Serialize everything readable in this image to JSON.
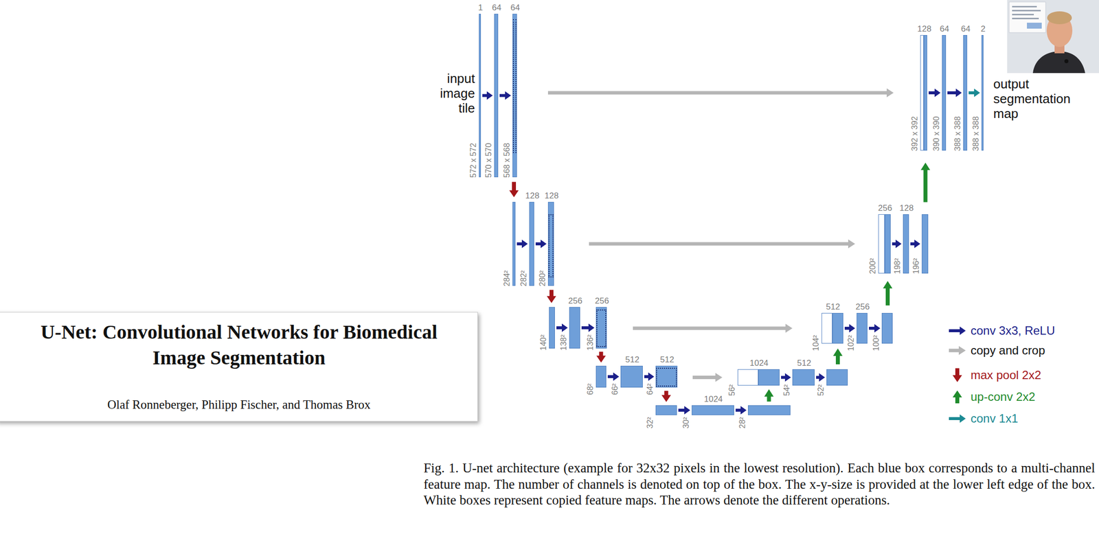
{
  "diagram": {
    "caption": "Fig. 1. U-net architecture (example for 32x32 pixels in the lowest resolution). Each blue box corresponds to a multi-channel feature map. The number of channels is denoted on top of the box. The x-y-size is provided at the lower left edge of the box. White boxes represent copied feature maps. The arrows denote the different operations.",
    "nodes": [
      {
        "text": [
          "U-Net: Convolutional Networks for Biomedical Image Segmentation",
          "Olaf Ronneberger, Philipp Fischer, and Thomas Brox"
        ]
      },
      {
        "text": [
          "1",
          "572 x 572"
        ]
      },
      {
        "text": [
          "64",
          "570 x 570"
        ]
      },
      {
        "text": [
          "64",
          "568 x 568"
        ]
      },
      {
        "text": [
          "284²"
        ]
      },
      {
        "text": [
          "128",
          "282²"
        ]
      },
      {
        "text": [
          "128",
          "280²"
        ]
      },
      {
        "text": [
          "140²"
        ]
      },
      {
        "text": [
          "256",
          "138²"
        ]
      },
      {
        "text": [
          "256",
          "136²"
        ]
      },
      {
        "text": [
          "68²"
        ]
      },
      {
        "text": [
          "512",
          "66²"
        ]
      },
      {
        "text": [
          "512",
          "64²"
        ]
      },
      {
        "text": [
          "32²"
        ]
      },
      {
        "text": [
          "1024",
          "30²"
        ]
      },
      {
        "text": [
          "28²"
        ]
      },
      {
        "text": [
          "56²"
        ]
      },
      {
        "text": [
          "1024"
        ]
      },
      {
        "text": [
          "512",
          "54²"
        ]
      },
      {
        "text": [
          "52²"
        ]
      },
      {
        "text": [
          "104²"
        ]
      },
      {
        "text": [
          "512"
        ]
      },
      {
        "text": [
          "256",
          "102²"
        ]
      },
      {
        "text": [
          "100²"
        ]
      },
      {
        "text": [
          "200²"
        ]
      },
      {
        "text": [
          "256"
        ]
      },
      {
        "text": [
          "128",
          "198²"
        ]
      },
      {
        "text": [
          "196²"
        ]
      },
      {
        "text": [
          "392 x 392"
        ]
      },
      {
        "text": [
          "128"
        ]
      },
      {
        "text": [
          "64",
          "390 x 390"
        ]
      },
      {
        "text": [
          "64",
          "388 x 388"
        ]
      },
      {
        "text": [
          "2",
          "388 x 388"
        ]
      }
    ],
    "edges": [
      {
        "from": 1,
        "to": 2,
        "arrow": "to"
      },
      {
        "from": 2,
        "to": 3,
        "arrow": "to"
      },
      {
        "from": 4,
        "to": 5,
        "arrow": "to"
      },
      {
        "from": 5,
        "to": 6,
        "arrow": "to"
      },
      {
        "from": 7,
        "to": 8,
        "arrow": "to"
      },
      {
        "from": 8,
        "to": 9,
        "arrow": "to"
      },
      {
        "from": 10,
        "to": 11,
        "arrow": "to"
      },
      {
        "from": 11,
        "to": 12,
        "arrow": "to"
      },
      {
        "from": 13,
        "to": 14,
        "arrow": "to"
      },
      {
        "from": 14,
        "to": 15,
        "arrow": "to"
      },
      {
        "from": 17,
        "to": 18,
        "arrow": "to"
      },
      {
        "from": 18,
        "to": 19,
        "arrow": "to"
      },
      {
        "from": 21,
        "to": 22,
        "arrow": "to"
      },
      {
        "from": 22,
        "to": 23,
        "arrow": "to"
      },
      {
        "from": 25,
        "to": 26,
        "arrow": "to"
      },
      {
        "from": 26,
        "to": 27,
        "arrow": "to"
      },
      {
        "from": 29,
        "to": 30,
        "arrow": "to"
      },
      {
        "from": 30,
        "to": 31,
        "arrow": "to"
      },
      {
        "from": 31,
        "to": 32,
        "arrow": "to"
      },
      {
        "from": 3,
        "to": 4,
        "arrow": "to"
      },
      {
        "from": 6,
        "to": 7,
        "arrow": "to"
      },
      {
        "from": 9,
        "to": 10,
        "arrow": "to"
      },
      {
        "from": 12,
        "to": 13,
        "arrow": "to"
      },
      {
        "from": 15,
        "to": 17,
        "arrow": "to"
      },
      {
        "from": 19,
        "to": 21,
        "arrow": "to"
      },
      {
        "from": 23,
        "to": 25,
        "arrow": "to"
      },
      {
        "from": 27,
        "to": 29,
        "arrow": "to"
      },
      {
        "from": 3,
        "to": 28,
        "arrow": "to"
      },
      {
        "from": 6,
        "to": 24,
        "arrow": "to"
      },
      {
        "from": 9,
        "to": 20,
        "arrow": "to"
      },
      {
        "from": 12,
        "to": 16,
        "arrow": "to"
      }
    ],
    "labels": [
      "input image tile",
      "output segmentation map"
    ],
    "legend": [
      {
        "text": "conv 3x3, ReLU"
      },
      {
        "text": "copy and crop"
      },
      {
        "text": "max pool 2x2"
      },
      {
        "text": "up-conv 2x2"
      },
      {
        "text": "conv 1x1"
      }
    ]
  }
}
